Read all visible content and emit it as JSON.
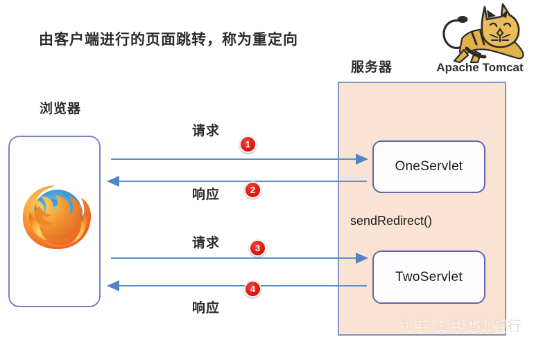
{
  "title": "由客户端进行的页面跳转，称为重定向",
  "labels": {
    "browser": "浏览器",
    "server": "服务器"
  },
  "server_panel": {
    "servlets": [
      {
        "name": "OneServlet"
      },
      {
        "name": "TwoServlet"
      }
    ],
    "method_label": "sendRedirect()"
  },
  "flows": [
    {
      "label": "请求",
      "number": "1",
      "direction": "right"
    },
    {
      "label": "响应",
      "number": "2",
      "direction": "left"
    },
    {
      "label": "请求",
      "number": "3",
      "direction": "right"
    },
    {
      "label": "响应",
      "number": "4",
      "direction": "left"
    }
  ],
  "branding": {
    "tomcat_text": "Apache Tomcat",
    "watermark": "知乎 @中博仰望行"
  },
  "icons": {
    "firefox": "firefox-icon",
    "tomcat": "tomcat-cat-icon"
  },
  "colors": {
    "server_fill": "#fbe3d4",
    "server_border": "#7d96c4",
    "box_border": "#5d68ab",
    "arrow": "#5b8fc9",
    "badge": "#e01b12",
    "text": "#2b2b2b"
  }
}
